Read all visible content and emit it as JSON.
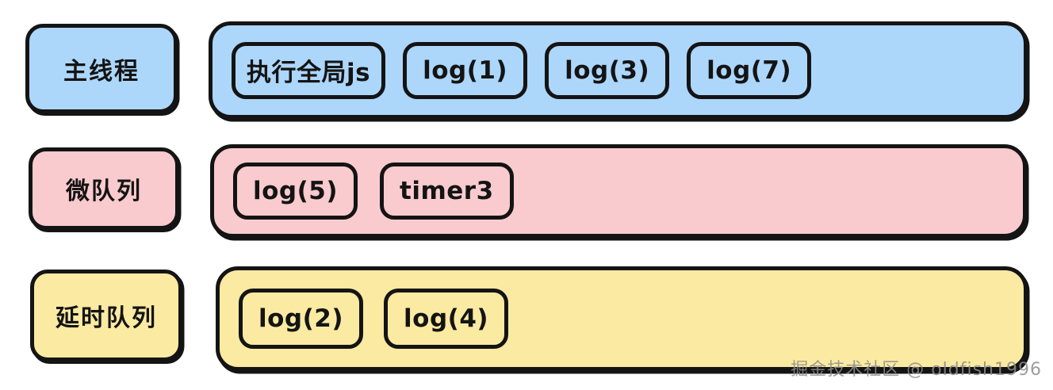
{
  "diagram": {
    "type": "event-loop-queues",
    "background": "#ffffff",
    "palette": {
      "main_thread": "#ADD6FB",
      "micro_queue": "#F9CBCE",
      "delay_queue": "#FBEAA1",
      "stroke": "#141414"
    },
    "rows": [
      {
        "key": "main_thread",
        "label": "主线程",
        "color": "#ADD6FB",
        "tasks": [
          "执行全局js",
          "log(1)",
          "log(3)",
          "log(7)"
        ]
      },
      {
        "key": "micro_queue",
        "label": "微队列",
        "color": "#F9CBCE",
        "tasks": [
          "log(5)",
          "timer3"
        ]
      },
      {
        "key": "delay_queue",
        "label": "延时队列",
        "color": "#FBEAA1",
        "tasks": [
          "log(2)",
          "log(4)"
        ]
      }
    ]
  },
  "watermark": {
    "text": "掘金技术社区 @ oldfish1996"
  }
}
